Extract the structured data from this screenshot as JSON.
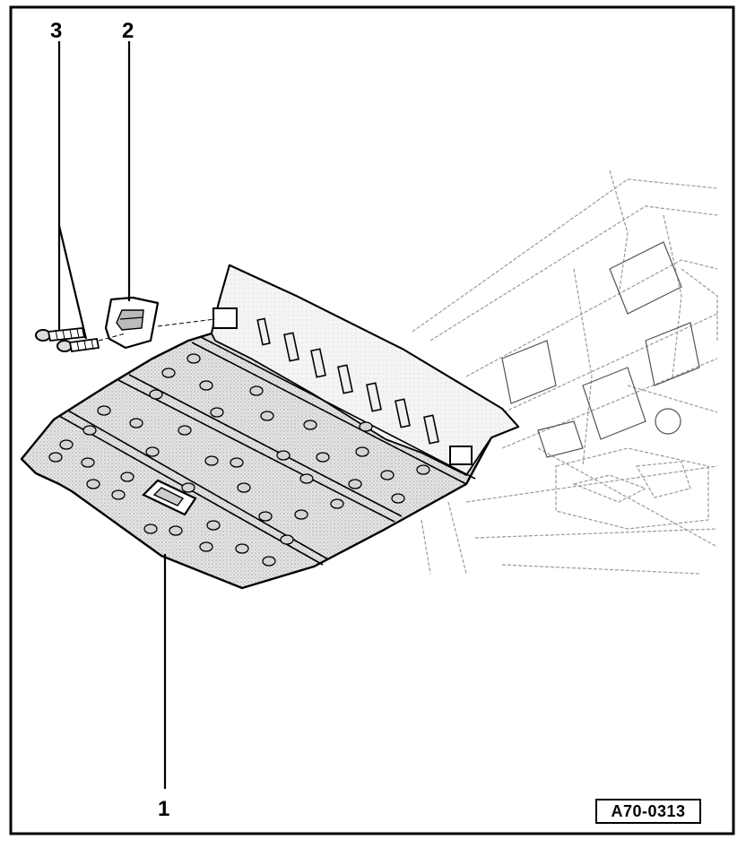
{
  "callouts": {
    "part1": "1",
    "part2": "2",
    "part3": "3"
  },
  "figure_ref": "A70-0313"
}
